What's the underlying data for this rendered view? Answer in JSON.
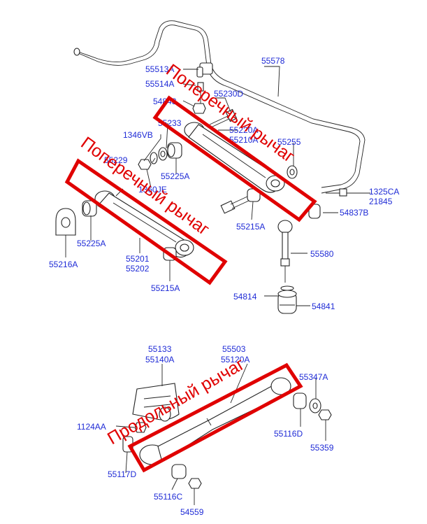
{
  "labels": {
    "l55578": "55578",
    "l55513A": "55513A",
    "l55514A": "55514A",
    "l54843": "54843",
    "l55230D": "55230D",
    "l55233": "55233",
    "l55220A": "55220A",
    "l55210A": "55210A",
    "l1346VB": "1346VB",
    "l55255": "55255",
    "l55229": "55229",
    "l55225A_a": "55225A",
    "l1360JE": "1360JE",
    "l1325CA": "1325CA",
    "l21845": "21845",
    "l54837B": "54837B",
    "l55215A_a": "55215A",
    "l55225A_b": "55225A",
    "l55216A": "55216A",
    "l55201": "55201",
    "l55202": "55202",
    "l55215A_b": "55215A",
    "l55580": "55580",
    "l54814": "54814",
    "l54841": "54841",
    "l55133": "55133",
    "l55140A": "55140A",
    "l55503": "55503",
    "l55120A": "55120A",
    "l55347A": "55347A",
    "l1124AA": "1124AA",
    "l55116D": "55116D",
    "l55359": "55359",
    "l55117D": "55117D",
    "l55116C": "55116C",
    "l54559": "54559"
  },
  "annotations": {
    "upper_arm_text": "Поперечный рычаг",
    "lower_arm_text": "Поперечный рычаг",
    "trailing_arm_text": "Продольный рычаг"
  },
  "colors": {
    "label_blue": "#1f2bd6",
    "annotation_red": "#e00000",
    "line": "#222222"
  }
}
